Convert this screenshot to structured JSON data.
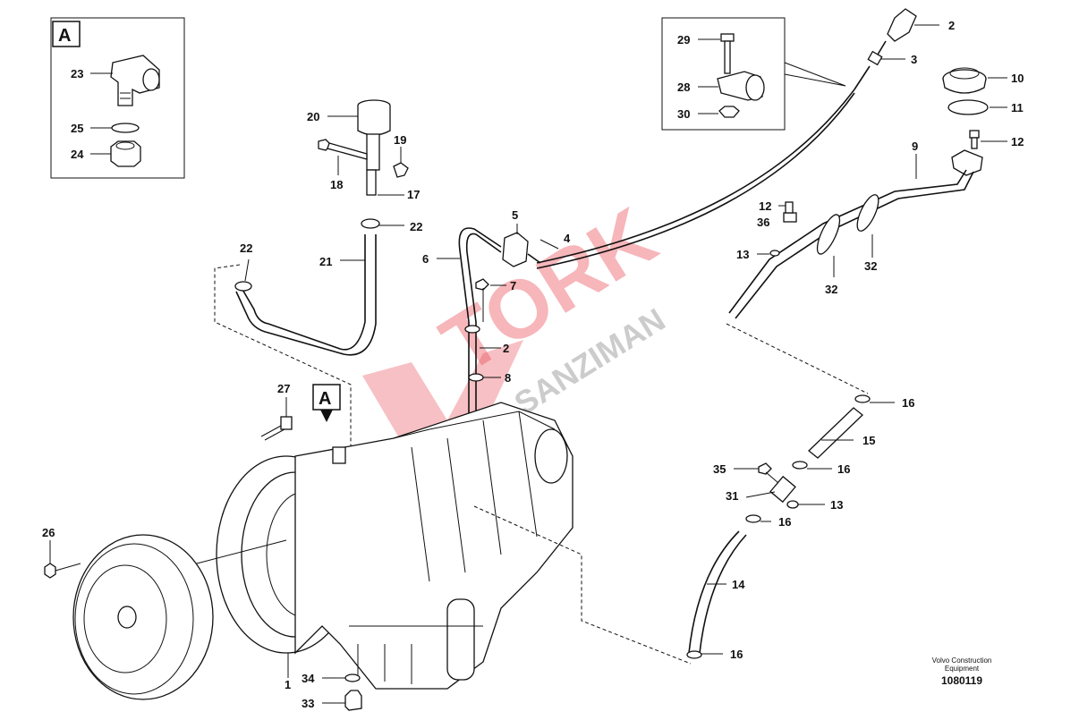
{
  "detail_label": "A",
  "doc": {
    "credit_line1": "Volvo Construction",
    "credit_line2": "Equipment",
    "number": "1080119"
  },
  "watermark": {
    "main": "TORK",
    "sub": "SANZIMAN",
    "colors": {
      "red": "#e94b55",
      "grey": "#9a9a9a"
    }
  },
  "callouts": [
    {
      "id": "c23",
      "n": "23"
    },
    {
      "id": "c25",
      "n": "25"
    },
    {
      "id": "c24",
      "n": "24"
    },
    {
      "id": "c20",
      "n": "20"
    },
    {
      "id": "c19",
      "n": "19"
    },
    {
      "id": "c18",
      "n": "18"
    },
    {
      "id": "c17",
      "n": "17"
    },
    {
      "id": "c22a",
      "n": "22"
    },
    {
      "id": "c21",
      "n": "21"
    },
    {
      "id": "c22b",
      "n": "22"
    },
    {
      "id": "c29",
      "n": "29"
    },
    {
      "id": "c28",
      "n": "28"
    },
    {
      "id": "c30",
      "n": "30"
    },
    {
      "id": "c2a",
      "n": "2"
    },
    {
      "id": "c3",
      "n": "3"
    },
    {
      "id": "c10",
      "n": "10"
    },
    {
      "id": "c11",
      "n": "11"
    },
    {
      "id": "c12a",
      "n": "12"
    },
    {
      "id": "c9",
      "n": "9"
    },
    {
      "id": "c12b",
      "n": "12"
    },
    {
      "id": "c36",
      "n": "36"
    },
    {
      "id": "c13a",
      "n": "13"
    },
    {
      "id": "c32a",
      "n": "32"
    },
    {
      "id": "c32b",
      "n": "32"
    },
    {
      "id": "c5",
      "n": "5"
    },
    {
      "id": "c6",
      "n": "6"
    },
    {
      "id": "c4",
      "n": "4"
    },
    {
      "id": "c7",
      "n": "7"
    },
    {
      "id": "c2b",
      "n": "2"
    },
    {
      "id": "c8",
      "n": "8"
    },
    {
      "id": "c27",
      "n": "27"
    },
    {
      "id": "c16a",
      "n": "16"
    },
    {
      "id": "c15",
      "n": "15"
    },
    {
      "id": "c35",
      "n": "35"
    },
    {
      "id": "c16b",
      "n": "16"
    },
    {
      "id": "c31",
      "n": "31"
    },
    {
      "id": "c13b",
      "n": "13"
    },
    {
      "id": "c16c",
      "n": "16"
    },
    {
      "id": "c26",
      "n": "26"
    },
    {
      "id": "c14",
      "n": "14"
    },
    {
      "id": "c16d",
      "n": "16"
    },
    {
      "id": "c1",
      "n": "1"
    },
    {
      "id": "c34",
      "n": "34"
    },
    {
      "id": "c33",
      "n": "33"
    }
  ]
}
